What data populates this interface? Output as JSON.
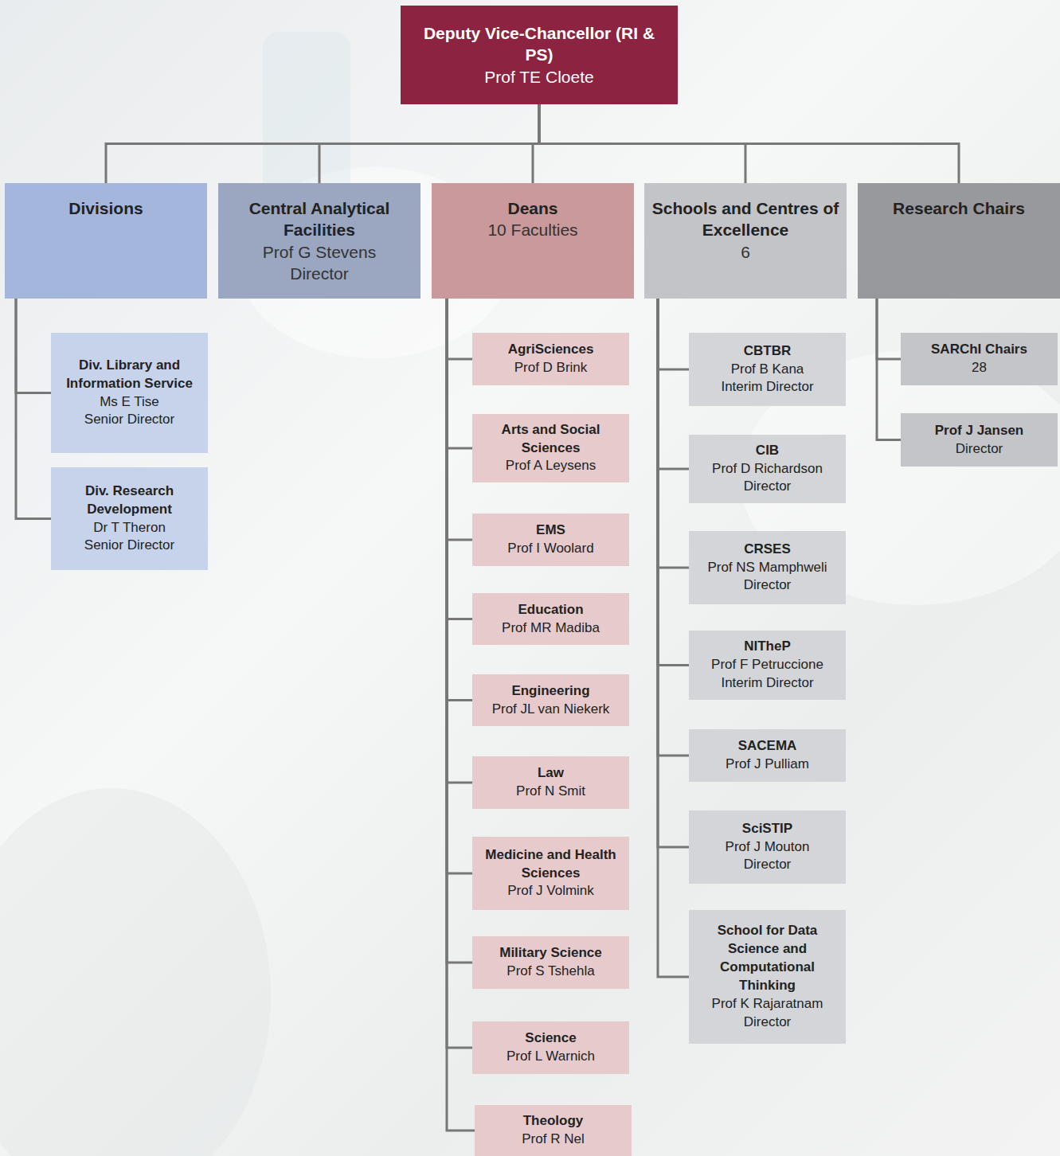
{
  "diagram": {
    "nodes": [
      {
        "text": [
          "Deputy Vice-Chancellor (RI & PS)",
          "Prof TE Cloete"
        ]
      },
      {
        "text": [
          "Divisions"
        ]
      },
      {
        "text": [
          "Central Analytical Facilities",
          "Prof G Stevens",
          "Director"
        ]
      },
      {
        "text": [
          "Deans",
          "10 Faculties"
        ]
      },
      {
        "text": [
          "Schools and Centres of Excellence",
          "6"
        ]
      },
      {
        "text": [
          "Research Chairs"
        ]
      },
      {
        "text": [
          "Div. Library and Information Service",
          "Ms E Tise",
          "Senior Director"
        ]
      },
      {
        "text": [
          "Div. Research Development",
          "Dr T Theron",
          "Senior Director"
        ]
      },
      {
        "text": [
          "AgriSciences",
          "Prof D Brink"
        ]
      },
      {
        "text": [
          "Arts and Social Sciences",
          "Prof A Leysens"
        ]
      },
      {
        "text": [
          "EMS",
          "Prof I Woolard"
        ]
      },
      {
        "text": [
          "Education",
          "Prof MR Madiba"
        ]
      },
      {
        "text": [
          "Engineering",
          "Prof JL van Niekerk"
        ]
      },
      {
        "text": [
          "Law",
          "Prof N Smit"
        ]
      },
      {
        "text": [
          "Medicine and Health Sciences",
          "Prof J Volmink"
        ]
      },
      {
        "text": [
          "Military Science",
          "Prof S Tshehla"
        ]
      },
      {
        "text": [
          "Science",
          "Prof L Warnich"
        ]
      },
      {
        "text": [
          "Theology",
          "Prof R Nel"
        ]
      },
      {
        "text": [
          "CBTBR",
          "Prof B Kana",
          "Interim Director"
        ]
      },
      {
        "text": [
          "CIB",
          "Prof D Richardson",
          "Director"
        ]
      },
      {
        "text": [
          "CRSES",
          "Prof NS Mamphweli",
          "Director"
        ]
      },
      {
        "text": [
          "NITheP",
          "Prof F Petruccione",
          "Interim Director"
        ]
      },
      {
        "text": [
          "SACEMA",
          "Prof J Pulliam"
        ]
      },
      {
        "text": [
          "SciSTIP",
          "Prof J Mouton",
          "Director"
        ]
      },
      {
        "text": [
          "School for Data Science and Computational Thinking",
          "Prof K Rajaratnam",
          "Director"
        ]
      },
      {
        "text": [
          "SARChI Chairs",
          "28"
        ]
      },
      {
        "text": [
          "Prof J Jansen",
          "Director"
        ]
      }
    ],
    "edges": [
      {
        "from": 0,
        "to": 1,
        "arrow": "none"
      },
      {
        "from": 0,
        "to": 2,
        "arrow": "none"
      },
      {
        "from": 0,
        "to": 3,
        "arrow": "none"
      },
      {
        "from": 0,
        "to": 4,
        "arrow": "none"
      },
      {
        "from": 0,
        "to": 5,
        "arrow": "none"
      },
      {
        "from": 1,
        "to": 6,
        "arrow": "none"
      },
      {
        "from": 1,
        "to": 7,
        "arrow": "none"
      },
      {
        "from": 3,
        "to": 8,
        "arrow": "none"
      },
      {
        "from": 3,
        "to": 9,
        "arrow": "none"
      },
      {
        "from": 3,
        "to": 10,
        "arrow": "none"
      },
      {
        "from": 3,
        "to": 11,
        "arrow": "none"
      },
      {
        "from": 3,
        "to": 12,
        "arrow": "none"
      },
      {
        "from": 3,
        "to": 13,
        "arrow": "none"
      },
      {
        "from": 3,
        "to": 14,
        "arrow": "none"
      },
      {
        "from": 3,
        "to": 15,
        "arrow": "none"
      },
      {
        "from": 3,
        "to": 16,
        "arrow": "none"
      },
      {
        "from": 3,
        "to": 17,
        "arrow": "none"
      },
      {
        "from": 4,
        "to": 18,
        "arrow": "none"
      },
      {
        "from": 4,
        "to": 19,
        "arrow": "none"
      },
      {
        "from": 4,
        "to": 20,
        "arrow": "none"
      },
      {
        "from": 4,
        "to": 21,
        "arrow": "none"
      },
      {
        "from": 4,
        "to": 22,
        "arrow": "none"
      },
      {
        "from": 4,
        "to": 23,
        "arrow": "none"
      },
      {
        "from": 4,
        "to": 24,
        "arrow": "none"
      },
      {
        "from": 5,
        "to": 25,
        "arrow": "none"
      },
      {
        "from": 5,
        "to": 26,
        "arrow": "none"
      }
    ]
  }
}
